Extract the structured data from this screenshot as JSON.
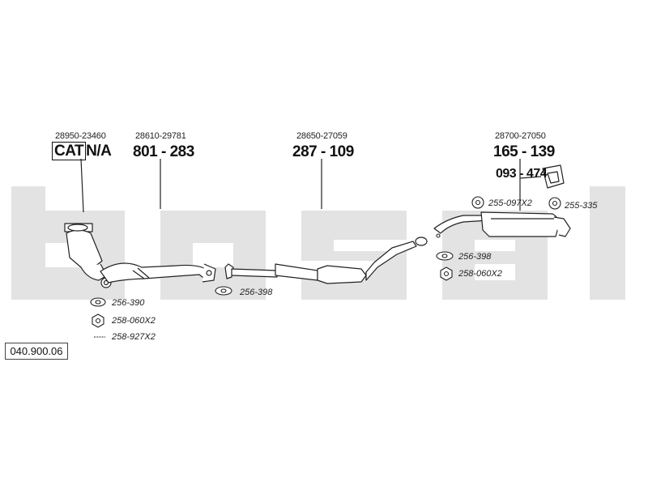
{
  "watermark": {
    "text": "bosal",
    "color": "#e3e3e3"
  },
  "catalog_code": "040.900.06",
  "parts": {
    "cat": {
      "oem": "28950-23460",
      "cat_label": "CAT",
      "na_label": "N/A"
    },
    "front_pipe": {
      "oem": "28610-29781",
      "number": "801 - 283"
    },
    "middle_silencer": {
      "oem": "28650-27059",
      "number": "287 - 109"
    },
    "rear_silencer": {
      "oem": "28700-27050",
      "number": "165 - 139"
    },
    "mount_kit": {
      "number": "093 - 474"
    }
  },
  "accessories": {
    "cat_gasket": "256-390",
    "cat_nut": "258-060X2",
    "cat_bolt": "258-927X2",
    "front_gasket": "256-398",
    "rear_gasket": "256-398",
    "rear_nut": "258-060X2",
    "rear_clamp": "255-097X2",
    "rear_hanger": "255-335"
  }
}
